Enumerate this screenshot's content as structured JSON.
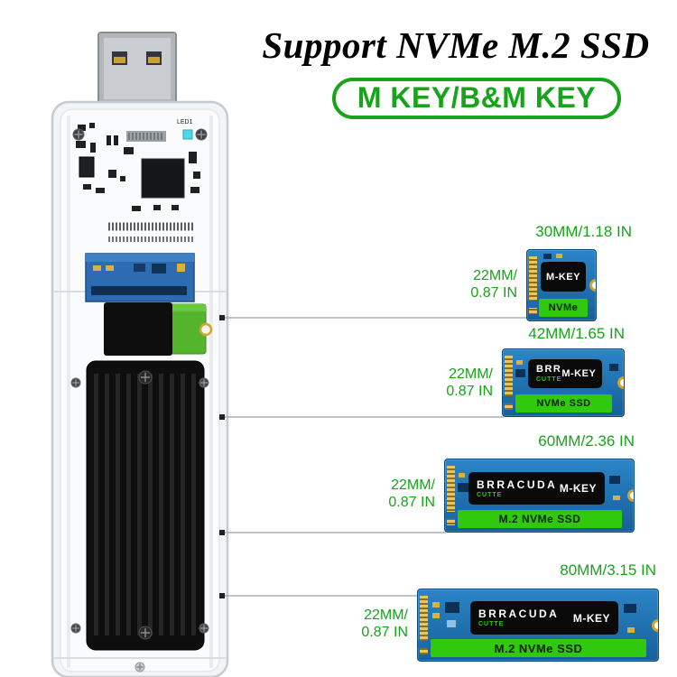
{
  "colors": {
    "accent_green": "#17a31a",
    "strip_green": "#31c90e",
    "board_blue": "#1d71b0",
    "gold": "#d7b23e"
  },
  "header": {
    "title": "Support NVMe M.2 SSD",
    "badge": "M KEY/B&M KEY"
  },
  "enclosure": {
    "led_label": "LED1"
  },
  "ssds": [
    {
      "length_label": "30MM/1.18 IN",
      "width_line1": "22MM/",
      "width_line2": "0.87 IN",
      "brand": "",
      "sub_brand": "",
      "key_label": "M-KEY",
      "strip_label": "NVMe"
    },
    {
      "length_label": "42MM/1.65 IN",
      "width_line1": "22MM/",
      "width_line2": "0.87 IN",
      "brand": "BRR",
      "sub_brand": "CUTTE",
      "key_label": "M-KEY",
      "strip_label": "NVMe SSD"
    },
    {
      "length_label": "60MM/2.36 IN",
      "width_line1": "22MM/",
      "width_line2": "0.87 IN",
      "brand": "BRRACUDA",
      "sub_brand": "CUTTE",
      "key_label": "M-KEY",
      "strip_label": "M.2 NVMe SSD"
    },
    {
      "length_label": "80MM/3.15 IN",
      "width_line1": "22MM/",
      "width_line2": "0.87 IN",
      "brand": "BRRACUDA",
      "sub_brand": "CUTTE",
      "key_label": "M-KEY",
      "strip_label": "M.2 NVMe SSD"
    }
  ]
}
